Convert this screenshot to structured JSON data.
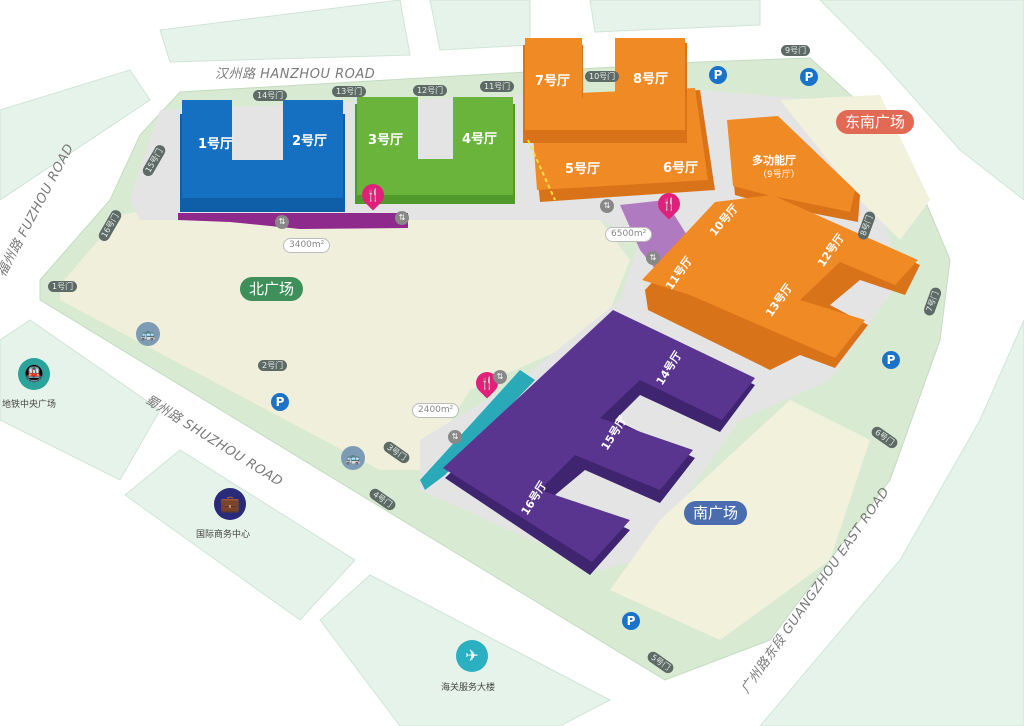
{
  "roads": {
    "north": "汉州路 HANZHOU ROAD",
    "west": "福州路 FUZHOU ROAD",
    "southwest": "蜀州路 SHUZHOU ROAD",
    "east": "广州路东段 GUANGZHOU EAST ROAD"
  },
  "halls": {
    "h1": "1号厅",
    "h2": "2号厅",
    "h3": "3号厅",
    "h4": "4号厅",
    "h5": "5号厅",
    "h6": "6号厅",
    "h7": "7号厅",
    "h8": "8号厅",
    "multi": "多功能厅",
    "multi_sub": "（9号厅）",
    "h10": "10号厅",
    "h11": "11号厅",
    "h12": "12号厅",
    "h13": "13号厅",
    "h14": "14号厅",
    "h15": "15号厅",
    "h16": "16号厅"
  },
  "gates": [
    "1号门",
    "2号门",
    "3号门",
    "4号门",
    "5号门",
    "6号门",
    "7号门",
    "8号门",
    "9号门",
    "10号门",
    "11号门",
    "12号门",
    "13号门",
    "14号门",
    "15号门",
    "16号门"
  ],
  "plazas": {
    "north": "北广场",
    "southeast": "东南广场",
    "south": "南广场"
  },
  "dining_areas": [
    "3400m²",
    "6500m²",
    "2400m²"
  ],
  "pois": {
    "metro": "地铁中央广场",
    "business": "国际商务中心",
    "customs": "海关服务大楼"
  },
  "colors": {
    "blue": "#1670c2",
    "green": "#6ab43c",
    "orange": "#f08a24",
    "purple": "#5a3590",
    "magenta": "#e0207a",
    "teal": "#2aaab8",
    "parking": "#1a73c8"
  },
  "parking_label": "P"
}
